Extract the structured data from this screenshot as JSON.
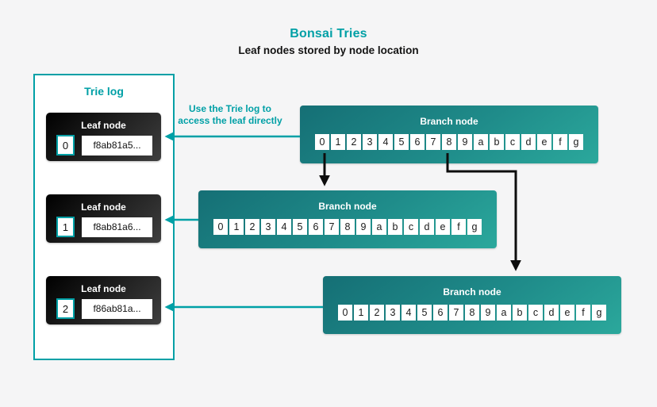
{
  "header": {
    "title": "Bonsai Tries",
    "subtitle": "Leaf nodes stored by node location"
  },
  "trie_log": {
    "title": "Trie log",
    "leaves": [
      {
        "label": "Leaf node",
        "index": "0",
        "hash": "f8ab81a5..."
      },
      {
        "label": "Leaf node",
        "index": "1",
        "hash": "f8ab81a6..."
      },
      {
        "label": "Leaf node",
        "index": "2",
        "hash": "f86ab81a..."
      }
    ]
  },
  "annotation": {
    "line1": "Use the Trie log to",
    "line2": "access the leaf directly"
  },
  "branches": [
    {
      "label": "Branch node",
      "cells": [
        "0",
        "1",
        "2",
        "3",
        "4",
        "5",
        "6",
        "7",
        "8",
        "9",
        "a",
        "b",
        "c",
        "d",
        "e",
        "f",
        "g"
      ]
    },
    {
      "label": "Branch node",
      "cells": [
        "0",
        "1",
        "2",
        "3",
        "4",
        "5",
        "6",
        "7",
        "8",
        "9",
        "a",
        "b",
        "c",
        "d",
        "e",
        "f",
        "g"
      ]
    },
    {
      "label": "Branch node",
      "cells": [
        "0",
        "1",
        "2",
        "3",
        "4",
        "5",
        "6",
        "7",
        "8",
        "9",
        "a",
        "b",
        "c",
        "d",
        "e",
        "f",
        "g"
      ]
    }
  ],
  "colors": {
    "accent_teal": "#00a0a6",
    "branch_gradient_start": "#156f75",
    "branch_gradient_end": "#2ba89c",
    "leaf_gradient_start": "#000000",
    "leaf_gradient_end": "#3f3f3f",
    "arrow_black": "#0d0d0d",
    "background": "#f5f5f6"
  }
}
